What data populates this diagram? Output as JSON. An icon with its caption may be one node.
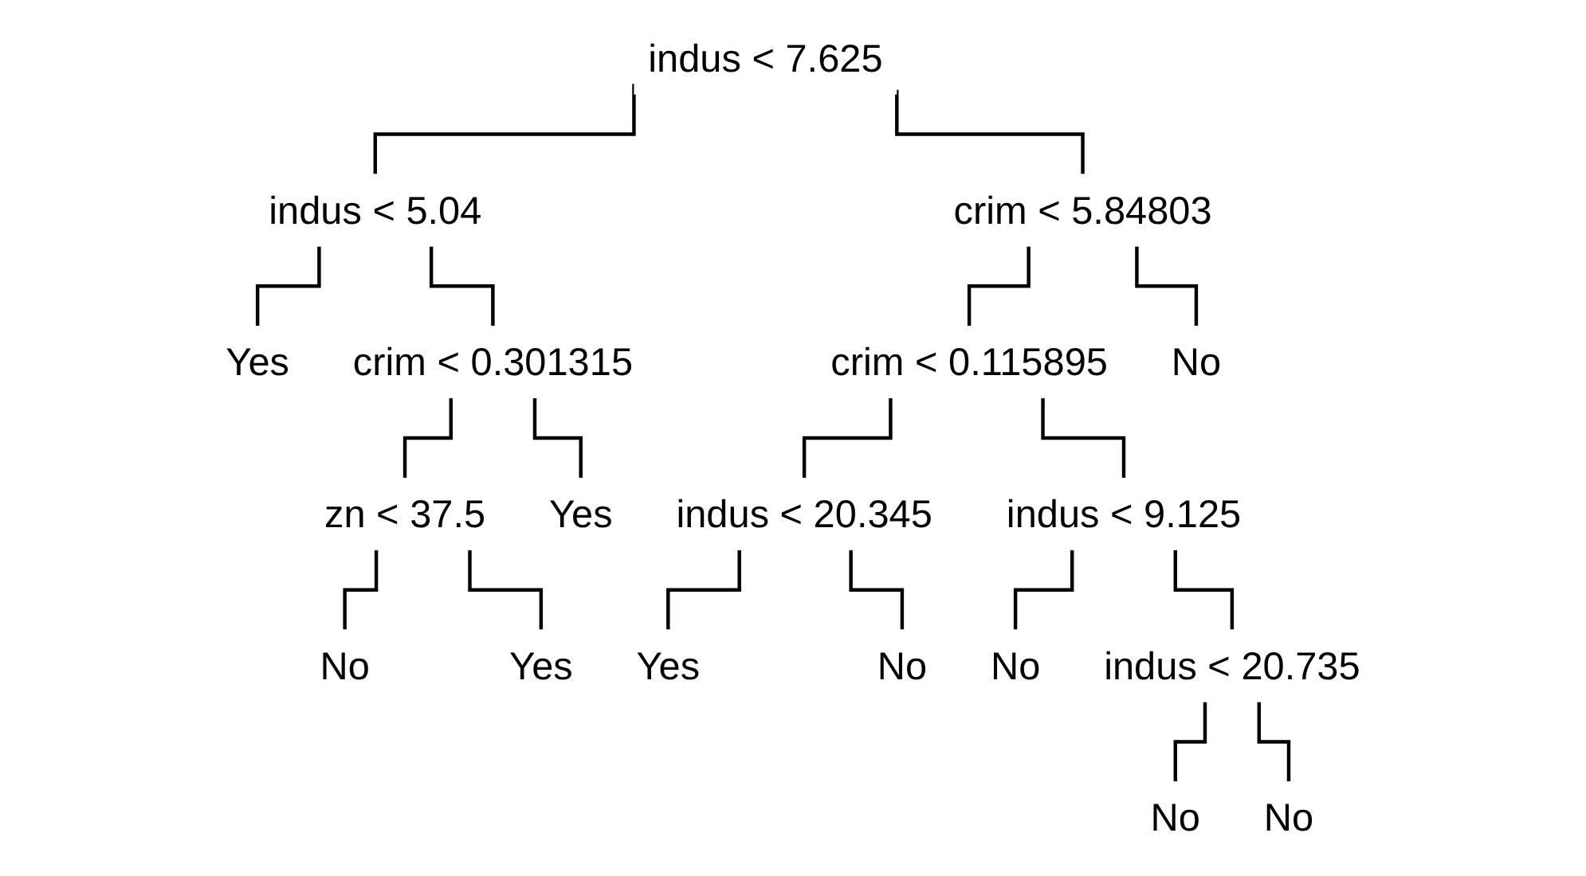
{
  "diagram": {
    "nodes": [
      {
        "text": [
          "indus < 7.625"
        ]
      },
      {
        "text": [
          "indus < 5.04"
        ]
      },
      {
        "text": [
          "crim < 5.84803"
        ]
      },
      {
        "text": [
          "Yes"
        ]
      },
      {
        "text": [
          "crim < 0.301315"
        ]
      },
      {
        "text": [
          "crim < 0.115895"
        ]
      },
      {
        "text": [
          "No"
        ]
      },
      {
        "text": [
          "zn < 37.5"
        ]
      },
      {
        "text": [
          "Yes"
        ]
      },
      {
        "text": [
          "indus < 20.345"
        ]
      },
      {
        "text": [
          "indus < 9.125"
        ]
      },
      {
        "text": [
          "No"
        ]
      },
      {
        "text": [
          "Yes"
        ]
      },
      {
        "text": [
          "Yes"
        ]
      },
      {
        "text": [
          "No"
        ]
      },
      {
        "text": [
          "No"
        ]
      },
      {
        "text": [
          "indus < 20.735"
        ]
      },
      {
        "text": [
          "No"
        ]
      },
      {
        "text": [
          "No"
        ]
      }
    ],
    "edges": [
      {
        "from": 0,
        "to": 1,
        "arrow": "none"
      },
      {
        "from": 0,
        "to": 2,
        "arrow": "none"
      },
      {
        "from": 1,
        "to": 3,
        "arrow": "none"
      },
      {
        "from": 1,
        "to": 4,
        "arrow": "none"
      },
      {
        "from": 2,
        "to": 5,
        "arrow": "none"
      },
      {
        "from": 2,
        "to": 6,
        "arrow": "none"
      },
      {
        "from": 4,
        "to": 7,
        "arrow": "none"
      },
      {
        "from": 4,
        "to": 8,
        "arrow": "none"
      },
      {
        "from": 5,
        "to": 9,
        "arrow": "none"
      },
      {
        "from": 5,
        "to": 10,
        "arrow": "none"
      },
      {
        "from": 7,
        "to": 11,
        "arrow": "none"
      },
      {
        "from": 7,
        "to": 12,
        "arrow": "none"
      },
      {
        "from": 9,
        "to": 13,
        "arrow": "none"
      },
      {
        "from": 9,
        "to": 14,
        "arrow": "none"
      },
      {
        "from": 10,
        "to": 15,
        "arrow": "none"
      },
      {
        "from": 10,
        "to": 16,
        "arrow": "none"
      },
      {
        "from": 16,
        "to": 17,
        "arrow": "none"
      },
      {
        "from": 16,
        "to": 18,
        "arrow": "none"
      }
    ]
  }
}
